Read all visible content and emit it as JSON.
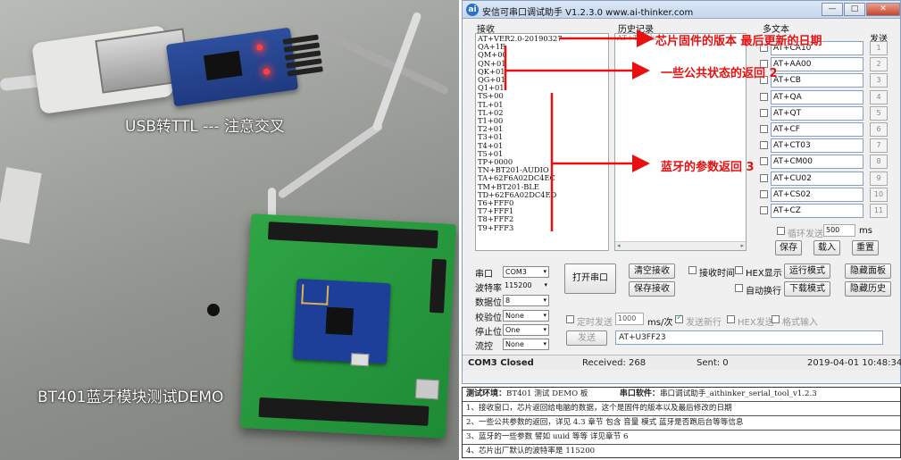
{
  "photo": {
    "caption_usb": "USB转TTL  --- 注意交叉",
    "caption_demo": "BT401蓝牙模块测试DEMO"
  },
  "window": {
    "icon_letter": "ai",
    "title": "安信可串口调试助手 V1.2.3.0    www.ai-thinker.com",
    "controls": [
      "—",
      "□",
      "✕"
    ]
  },
  "receive": {
    "label": "接收",
    "lines": [
      "AT+VER2.0-20190327",
      "QA+1E",
      "QM+00",
      "QN+01",
      "QK+01",
      "QG+01",
      "Q1+01",
      "TS+00",
      "TL+01",
      "TL+02",
      "T1+00",
      "T2+01",
      "T3+01",
      "T4+01",
      "T5+01",
      "TP+0000",
      "TN+BT201-AUDIO",
      "TA+62F6A02DC4EC",
      "TM+BT201-BLE",
      "TD+62F6A02DC4ED",
      "T6+FFF0",
      "T7+FFF1",
      "T8+FFF2",
      "T9+FFF3"
    ]
  },
  "history": {
    "label": "历史记录",
    "first_line": "AT+Thinker"
  },
  "multitext": {
    "label": "多文本",
    "send_col_label": "发送",
    "rows": [
      {
        "text": "AT+CA10",
        "btn": "1"
      },
      {
        "text": "AT+AA00",
        "btn": "2"
      },
      {
        "text": "AT+CB",
        "btn": "3"
      },
      {
        "text": "AT+QA",
        "btn": "4"
      },
      {
        "text": "AT+QT",
        "btn": "5"
      },
      {
        "text": "AT+CF",
        "btn": "6"
      },
      {
        "text": "AT+CT03",
        "btn": "7"
      },
      {
        "text": "AT+CM00",
        "btn": "8"
      },
      {
        "text": "AT+CU02",
        "btn": "9"
      },
      {
        "text": "AT+CS02",
        "btn": "10"
      },
      {
        "text": "AT+CZ",
        "btn": "11"
      }
    ],
    "loop_label": "循环发送",
    "loop_value": "500",
    "loop_unit": "ms",
    "save_btn": "保存",
    "load_btn": "载入",
    "reset_btn": "重置"
  },
  "serial": {
    "port_label": "串口",
    "port_value": "COM3",
    "baud_label": "波特率",
    "baud_value": "115200",
    "databits_label": "数据位",
    "databits_value": "8",
    "parity_label": "校验位",
    "parity_value": "None",
    "stopbits_label": "停止位",
    "stopbits_value": "One",
    "flow_label": "流控",
    "flow_value": "None",
    "open_btn": "打开串口"
  },
  "actions": {
    "clear_recv": "清空接收",
    "save_recv": "保存接收",
    "recv_time": "接收时间",
    "hex_display": "HEX显示",
    "run_mode": "运行模式",
    "hide_panel": "隐藏面板",
    "auto_newline": "自动换行",
    "download_mode": "下载模式",
    "hide_history": "隐藏历史"
  },
  "send": {
    "timed_send": "定时发送",
    "interval_value": "1000",
    "interval_unit": "ms/次",
    "send_newline": "发送新行",
    "hex_send": "HEX发送",
    "format_input": "格式输入",
    "send_btn": "发送",
    "input_value": "AT+U3FF23"
  },
  "status": {
    "port_state": "COM3 Closed",
    "received": "Received: 268",
    "sent": "Sent: 0",
    "datetime": "2019-04-01 10:48:34"
  },
  "annotations": {
    "a1": "芯片固件的版本 最后更新的日期",
    "a2": "一些公共状态的返回 2",
    "a3": "蓝牙的参数返回  3"
  },
  "notes": {
    "env_label": "测试环境：",
    "env_value": "BT401 测试 DEMO 板",
    "tool_label": "串口软件：",
    "tool_value": "串口调试助手_aithinker_serial_tool_v1.2.3",
    "lines": [
      "1、接收窗口，芯片返回给电脑的数据，这个是固件的版本以及最后修改的日期",
      "2、一些公共参数的返回，详见 4.3 章节  包含  音量 模式 蓝牙是否跑后台等等信息",
      "3、蓝牙的一些参数 譬如 uuid 等等 详见章节 6",
      "4、芯片出厂默认的波特率是 115200"
    ]
  },
  "colors": {
    "annotation_red": "#e81010",
    "pcb_green": "#2fa545",
    "titlebar_blue": "#c4d6ee"
  }
}
